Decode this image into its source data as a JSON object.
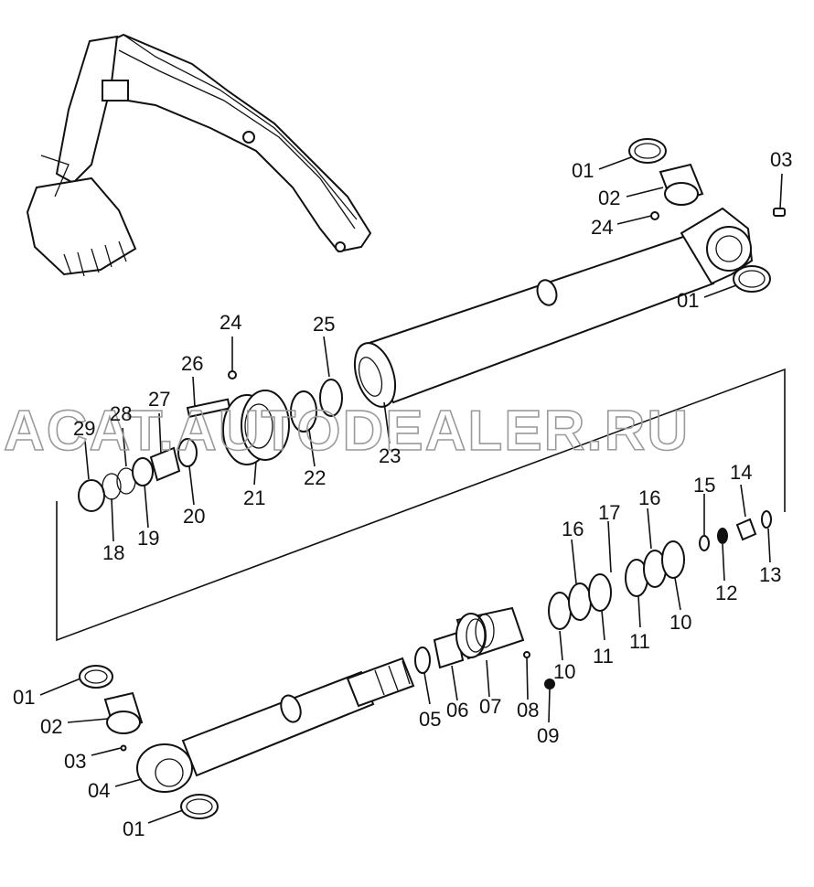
{
  "watermark": "ACAT.AUTODEALER.RU",
  "callouts": [
    {
      "id": "c01a",
      "text": "01"
    },
    {
      "id": "c02a",
      "text": "02"
    },
    {
      "id": "c03a",
      "text": "03"
    },
    {
      "id": "c24a",
      "text": "24"
    },
    {
      "id": "c01b",
      "text": "01"
    },
    {
      "id": "c24b",
      "text": "24"
    },
    {
      "id": "c25",
      "text": "25"
    },
    {
      "id": "c26",
      "text": "26"
    },
    {
      "id": "c27",
      "text": "27"
    },
    {
      "id": "c28",
      "text": "28"
    },
    {
      "id": "c29",
      "text": "29"
    },
    {
      "id": "c18",
      "text": "18"
    },
    {
      "id": "c19",
      "text": "19"
    },
    {
      "id": "c20",
      "text": "20"
    },
    {
      "id": "c21",
      "text": "21"
    },
    {
      "id": "c22",
      "text": "22"
    },
    {
      "id": "c23",
      "text": "23"
    },
    {
      "id": "c14",
      "text": "14"
    },
    {
      "id": "c15",
      "text": "15"
    },
    {
      "id": "c16a",
      "text": "16"
    },
    {
      "id": "c16b",
      "text": "16"
    },
    {
      "id": "c17",
      "text": "17"
    },
    {
      "id": "c13",
      "text": "13"
    },
    {
      "id": "c12",
      "text": "12"
    },
    {
      "id": "c10a",
      "text": "10"
    },
    {
      "id": "c10b",
      "text": "10"
    },
    {
      "id": "c11a",
      "text": "11"
    },
    {
      "id": "c11b",
      "text": "11"
    },
    {
      "id": "c01c",
      "text": "01"
    },
    {
      "id": "c02b",
      "text": "02"
    },
    {
      "id": "c03b",
      "text": "03"
    },
    {
      "id": "c04",
      "text": "04"
    },
    {
      "id": "c01d",
      "text": "01"
    },
    {
      "id": "c05",
      "text": "05"
    },
    {
      "id": "c06",
      "text": "06"
    },
    {
      "id": "c07",
      "text": "07"
    },
    {
      "id": "c08",
      "text": "08"
    },
    {
      "id": "c09",
      "text": "09"
    }
  ]
}
